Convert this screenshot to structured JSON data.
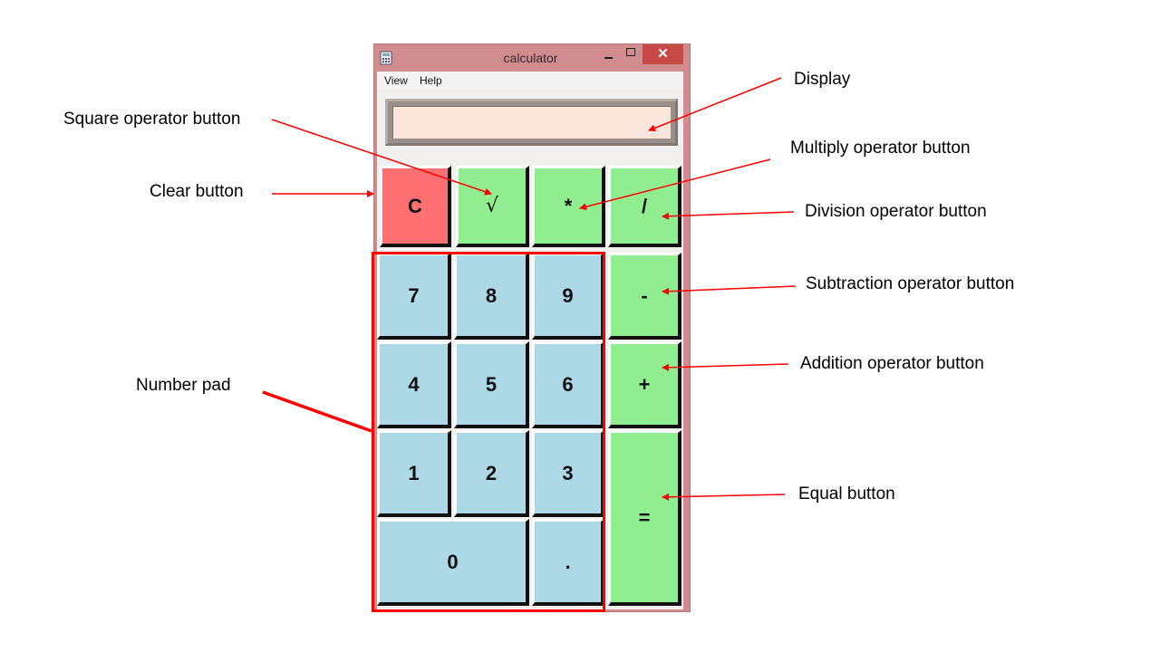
{
  "window": {
    "title": "calculator",
    "close_glyph": "✕",
    "menu": [
      "View",
      "Help"
    ]
  },
  "display": {
    "value": ""
  },
  "keys": {
    "clear": "C",
    "sqrt": "√",
    "multiply": "*",
    "divide": "/",
    "seven": "7",
    "eight": "8",
    "nine": "9",
    "subtract": "-",
    "four": "4",
    "five": "5",
    "six": "6",
    "add": "+",
    "one": "1",
    "two": "2",
    "three": "3",
    "equals": "=",
    "zero": "0",
    "decimal": "."
  },
  "annotations": {
    "display": "Display",
    "square": "Square operator button",
    "multiply": "Multiply operator  button",
    "clear": "Clear button",
    "division": "Division operator  button",
    "subtraction": "Subtraction operator  button",
    "number_pad": "Number pad",
    "addition": "Addition operator  button",
    "equal": "Equal button"
  },
  "colors": {
    "number_key": "#add8e6",
    "operator_key": "#90ee90",
    "clear_key": "#ff7072",
    "display_screen": "#fbe6db",
    "window_frame": "#d08c8f",
    "annotation_arrow": "#ff0000"
  },
  "icons": {
    "app": "calculator-app-icon",
    "minimize": "minimize-icon",
    "maximize": "maximize-icon",
    "close": "close-icon"
  }
}
